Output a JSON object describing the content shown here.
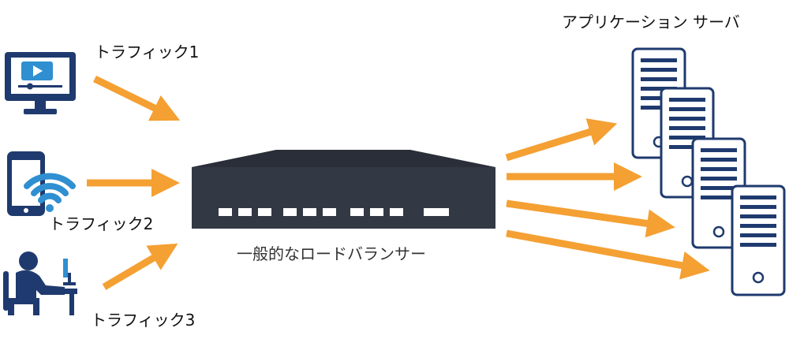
{
  "colors": {
    "navy": "#1f3a6e",
    "accent_blue": "#2f8fd1",
    "arrow_orange": "#f4a033",
    "device_dark": "#323844",
    "port_white": "#ffffff"
  },
  "sources": [
    {
      "label": "トラフィック1",
      "icon": "monitor-play-icon"
    },
    {
      "label": "トラフィック2",
      "icon": "smartphone-wifi-icon"
    },
    {
      "label": "トラフィック3",
      "icon": "person-at-desk-icon"
    }
  ],
  "load_balancer": {
    "label": "一般的なロードバランサー",
    "icon": "load-balancer-device-icon"
  },
  "servers": {
    "label": "アプリケーション サーバ",
    "count": 4,
    "icon": "server-tower-icon"
  }
}
